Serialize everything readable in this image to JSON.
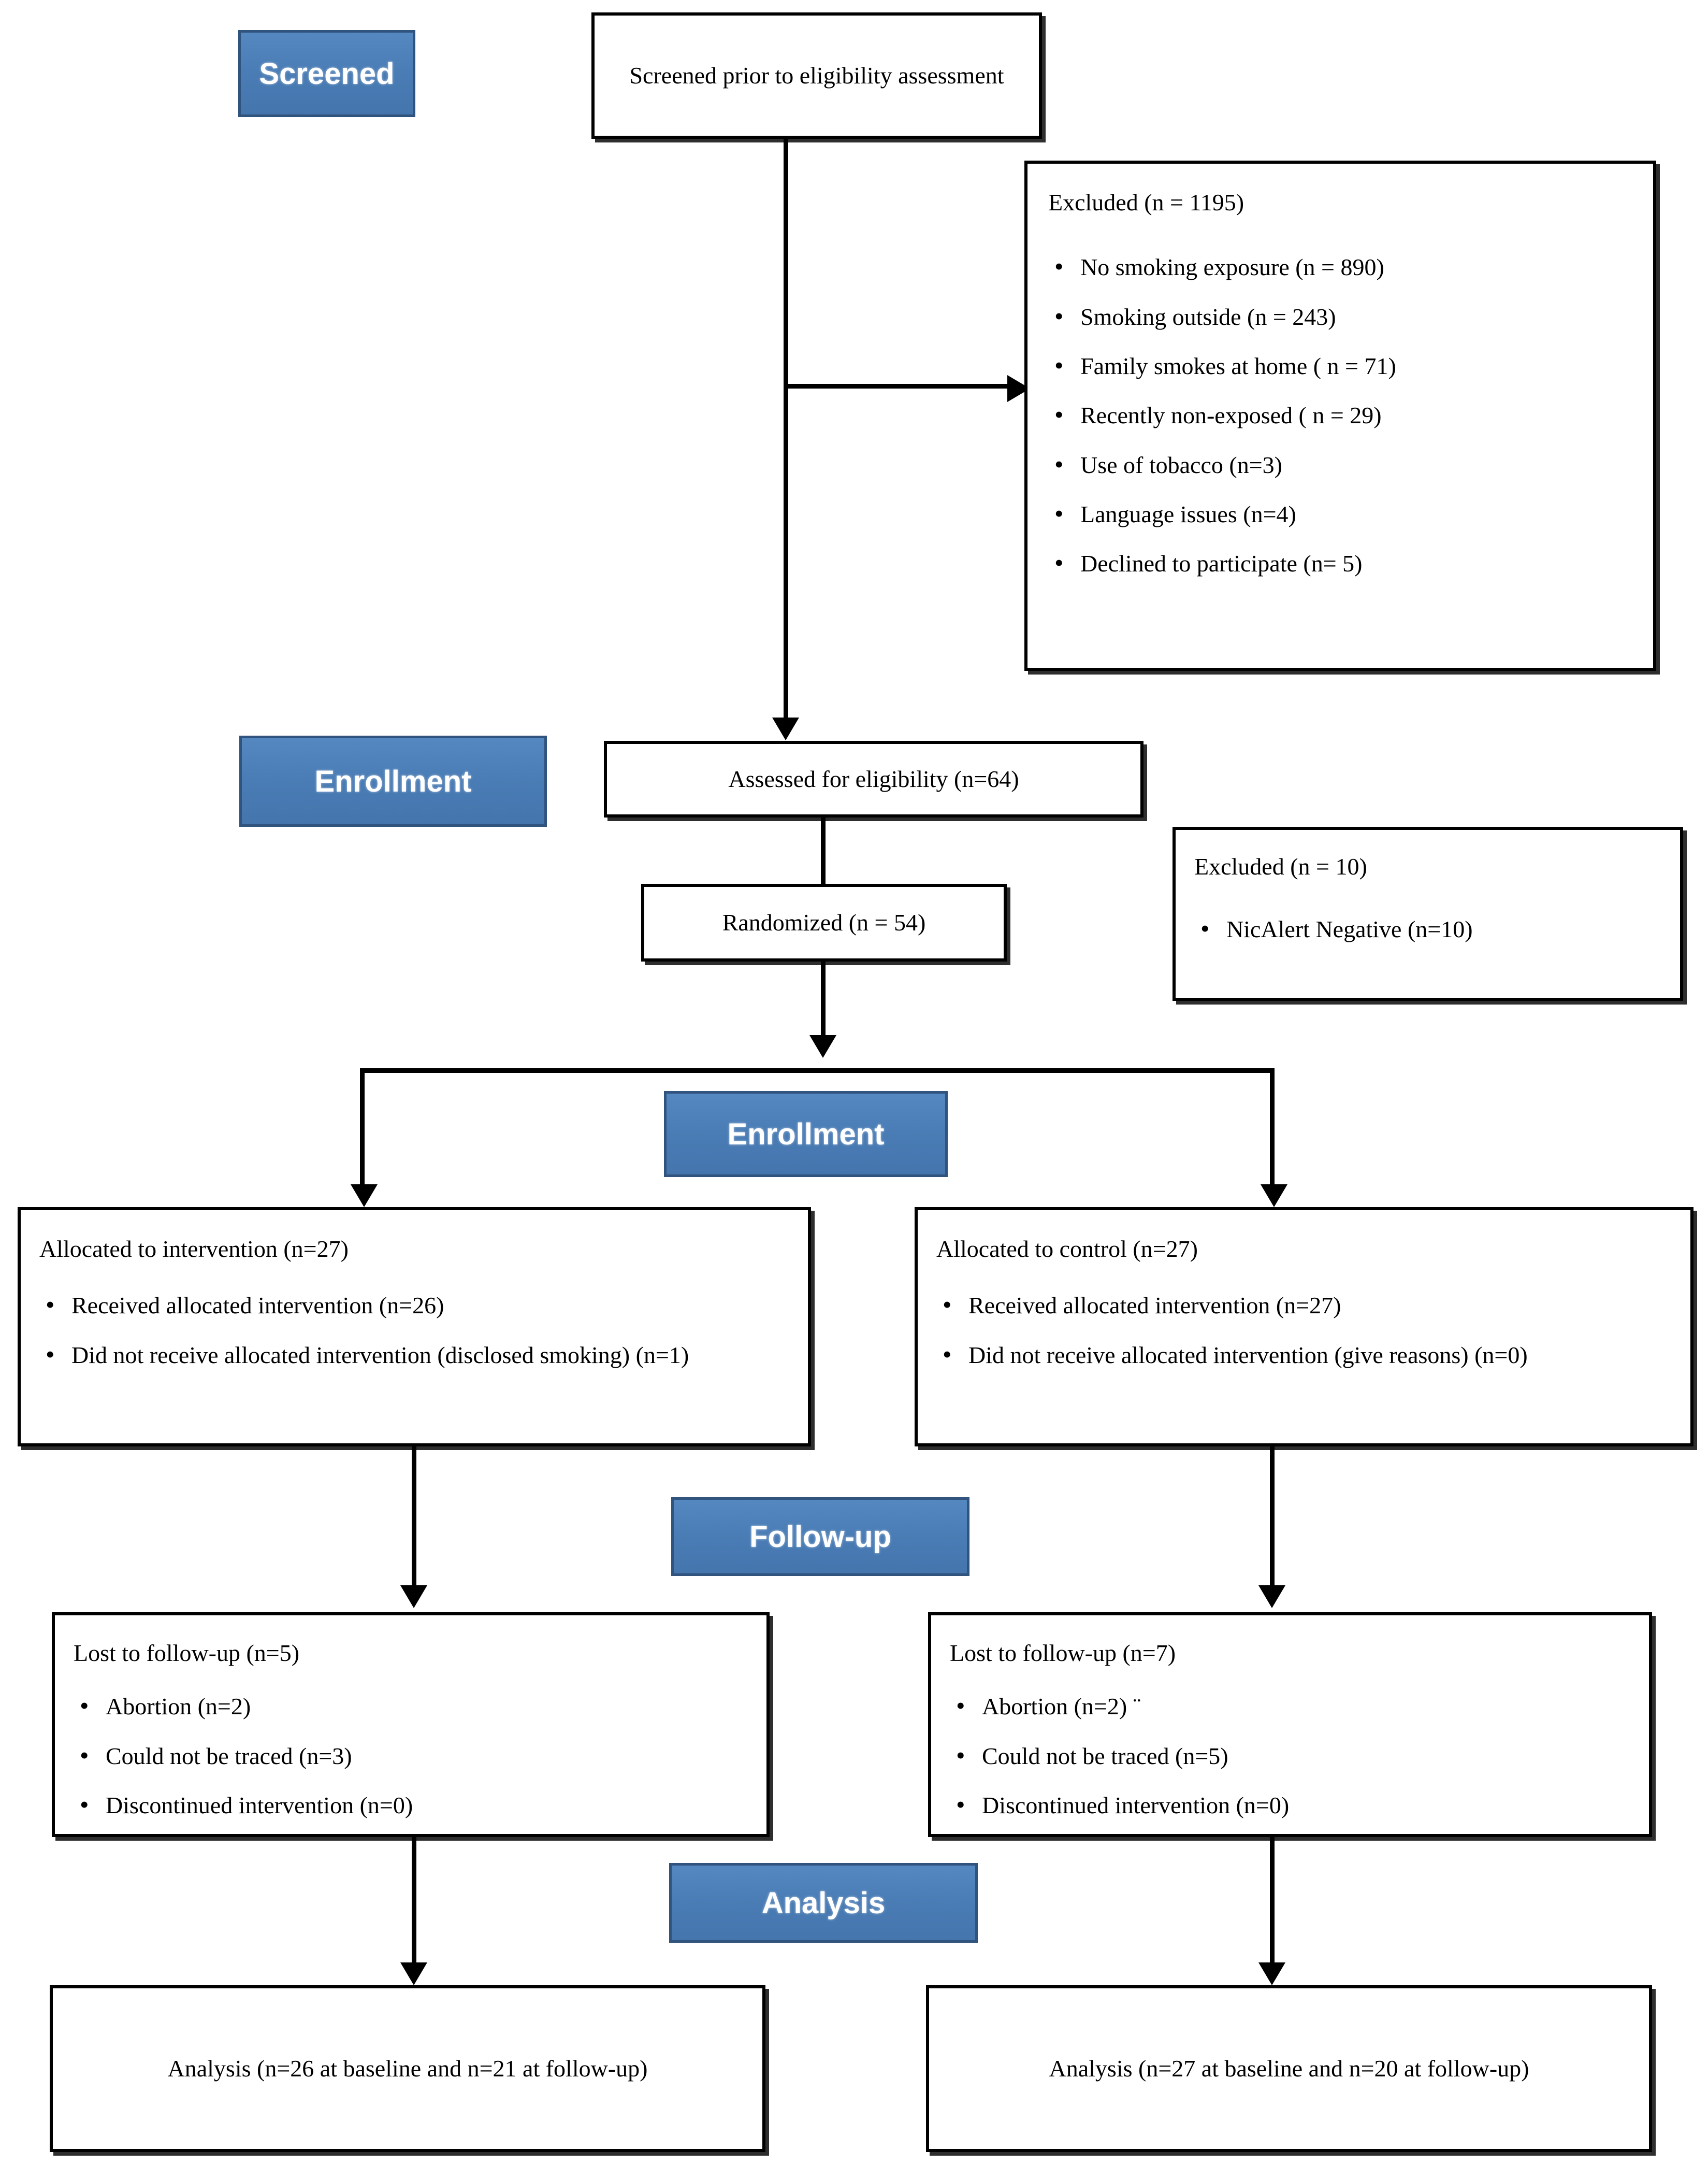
{
  "diagram": {
    "title": "CONSORT participant flow diagram",
    "accent_color": "#4a7cb5",
    "accent_border_color": "#31547f",
    "line_color": "#000000",
    "background_color": "#ffffff"
  },
  "stages": {
    "screened": "Screened",
    "enrollment_1": "Enrollment",
    "enrollment_2": "Enrollment",
    "followup": "Follow-up",
    "analysis": "Analysis"
  },
  "boxes": {
    "screened_box": {
      "text": "Screened prior to eligibility assessment"
    },
    "excluded_screening": {
      "title": "Excluded (n = 1195)",
      "items": [
        "No smoking exposure (n = 890)",
        "Smoking outside (n = 243)",
        "Family smokes at home ( n = 71)",
        "Recently non-exposed ( n =  29)",
        "Use of tobacco (n=3)",
        "Language issues (n=4)",
        "Declined to participate (n= 5)"
      ]
    },
    "assessed": {
      "title": "Assessed for eligibility (n=64)"
    },
    "randomized": {
      "title": "Randomized (n = 54)"
    },
    "excluded_randomization": {
      "title": "Excluded (n = 10)",
      "items": [
        "NicAlert Negative (n=10)"
      ]
    },
    "allocated_intervention": {
      "title": "Allocated to intervention (n=27)",
      "items": [
        "Received allocated intervention (n=26)",
        "Did not receive allocated intervention (disclosed smoking) (n=1)"
      ]
    },
    "allocated_control": {
      "title": "Allocated to control (n=27)",
      "items": [
        "Received allocated intervention (n=27)",
        "Did not receive allocated intervention (give reasons) (n=0)"
      ]
    },
    "lost_intervention": {
      "title": "Lost to follow-up  (n=5)",
      "items": [
        "Abortion (n=2)",
        "Could not be traced (n=3)",
        "Discontinued intervention (n=0)"
      ]
    },
    "lost_control": {
      "title": "Lost to follow-up  (n=7)",
      "items": [
        "Abortion (n=2) ¨",
        "Could not be traced (n=5)",
        "Discontinued intervention (n=0)"
      ]
    },
    "analysis_intervention": {
      "text": "Analysis (n=26 at baseline and n=21 at follow-up)"
    },
    "analysis_control": {
      "text": "Analysis (n=27 at baseline and n=20 at follow-up)"
    }
  }
}
